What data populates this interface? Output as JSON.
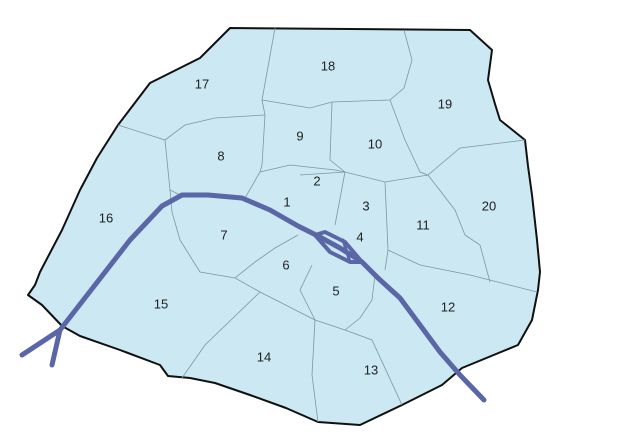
{
  "colors": {
    "land": "#cbe8f3",
    "boundary": "#111111",
    "district_lines": "#7c97a0",
    "river": "#5a66a6",
    "background": "#ffffff"
  },
  "districts": {
    "d1": "1",
    "d2": "2",
    "d3": "3",
    "d4": "4",
    "d5": "5",
    "d6": "6",
    "d7": "7",
    "d8": "8",
    "d9": "9",
    "d10": "10",
    "d11": "11",
    "d12": "12",
    "d13": "13",
    "d14": "14",
    "d15": "15",
    "d16": "16",
    "d17": "17",
    "d18": "18",
    "d19": "19",
    "d20": "20"
  }
}
